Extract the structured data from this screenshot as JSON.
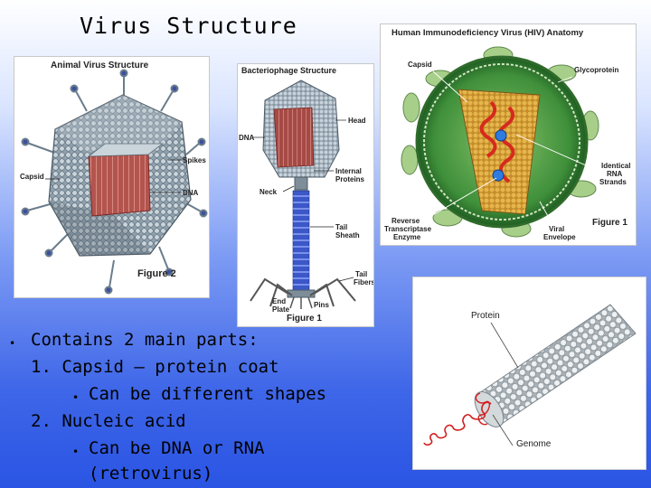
{
  "slide": {
    "title": "Virus Structure"
  },
  "animal": {
    "title": "Animal Virus Structure",
    "labels": {
      "capsid": "Capsid",
      "spikes": "Spikes",
      "dna": "DNA"
    },
    "figure": "Figure 2"
  },
  "phage": {
    "title": "Bacteriophage Structure",
    "labels": {
      "head": "Head",
      "dna": "DNA",
      "internal": "Internal",
      "proteins": "Proteins",
      "neck": "Neck",
      "tail": "Tail",
      "sheath": "Sheath",
      "tail2": "Tail",
      "fibers": "Fibers",
      "end": "End",
      "plate": "Plate",
      "pins": "Pins"
    },
    "figure": "Figure 1"
  },
  "hiv": {
    "title": "Human Immunodeficiency Virus (HIV) Anatomy",
    "labels": {
      "capsid": "Capsid",
      "glycoprotein": "Glycoprotein",
      "identical": "Identical",
      "rna": "RNA",
      "strands": "Strands",
      "reverse": "Reverse",
      "transcriptase": "Transcriptase",
      "enzyme": "Enzyme",
      "viral": "Viral",
      "envelope": "Envelope"
    },
    "figure": "Figure 1"
  },
  "tmv": {
    "labels": {
      "protein": "Protein",
      "genome": "Genome"
    }
  },
  "bullets": {
    "main": "Contains 2 main parts:",
    "item1": "1.  Capsid – protein coat",
    "item1_sub": "Can be different shapes",
    "item2": "2.  Nucleic acid",
    "item2_sub": "Can be DNA or RNA",
    "item2_sub_cont": "(retrovirus)"
  }
}
